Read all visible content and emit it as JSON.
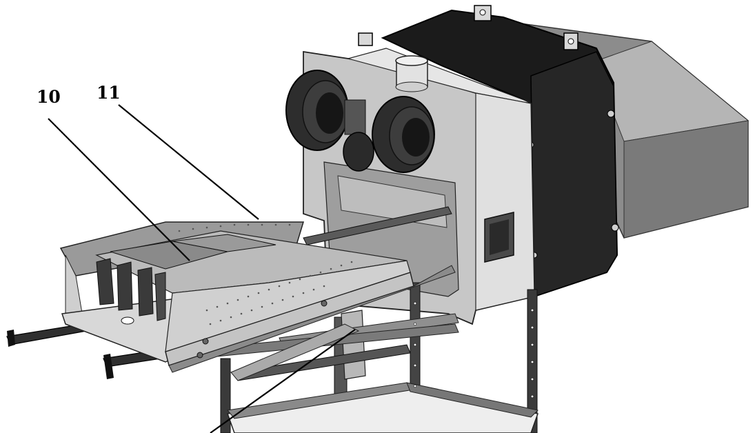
{
  "callouts": [
    {
      "id": "10",
      "label": "10"
    },
    {
      "id": "11",
      "label": "11"
    }
  ],
  "colors": {
    "background": "#ffffff",
    "line": "#000000",
    "metal_light": "#d6d6d6",
    "metal_mid": "#a8a8a8",
    "metal_dark": "#6e6e6e",
    "casing_black": "#1b1b1b",
    "casing_grey": "#8c8c8c"
  },
  "icons": [
    "blower-fan-left",
    "blower-fan-right",
    "exhaust-pipe"
  ]
}
